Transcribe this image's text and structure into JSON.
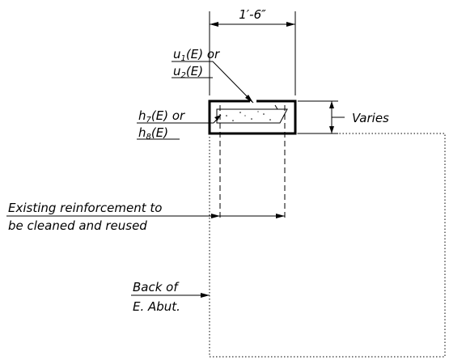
{
  "dimensions": {
    "width": "1′-6″",
    "height": "Varies"
  },
  "labels": {
    "u_bars": {
      "line1": {
        "main": "u",
        "sub": "1",
        "suffix": "(E) or"
      },
      "line2": {
        "main": "u",
        "sub": "2",
        "suffix": "(E)"
      }
    },
    "h_bars": {
      "line1": {
        "main": "h",
        "sub": "7",
        "suffix": "(E) or"
      },
      "line2": {
        "main": "h",
        "sub": "8",
        "suffix": "(E)"
      }
    },
    "existing_reinforcement": {
      "line1": "Existing reinforcement to",
      "line2": "be cleaned and reused"
    },
    "back_of_abutment": {
      "line1": "Back of",
      "line2": "E. Abut."
    }
  }
}
